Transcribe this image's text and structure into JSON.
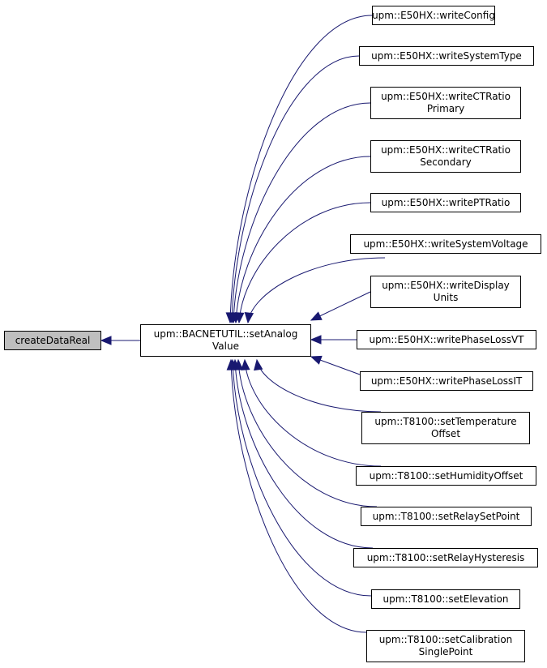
{
  "colors": {
    "edge": "#191970",
    "node_border": "#000000",
    "current_fill": "#bfbfbf"
  },
  "nodes": {
    "current": {
      "line1": "createDataReal"
    },
    "setAnalog": {
      "line1": "upm::BACNETUTIL::setAnalog",
      "line2": "Value"
    },
    "writeConfig": {
      "line1": "upm::E50HX::writeConfig"
    },
    "writeSystemType": {
      "line1": "upm::E50HX::writeSystemType"
    },
    "writeCTRatioPrimary": {
      "line1": "upm::E50HX::writeCTRatio",
      "line2": "Primary"
    },
    "writeCTRatioSecondary": {
      "line1": "upm::E50HX::writeCTRatio",
      "line2": "Secondary"
    },
    "writePTRatio": {
      "line1": "upm::E50HX::writePTRatio"
    },
    "writeSystemVoltage": {
      "line1": "upm::E50HX::writeSystemVoltage"
    },
    "writeDisplayUnits": {
      "line1": "upm::E50HX::writeDisplay",
      "line2": "Units"
    },
    "writePhaseLossVT": {
      "line1": "upm::E50HX::writePhaseLossVT"
    },
    "writePhaseLossIT": {
      "line1": "upm::E50HX::writePhaseLossIT"
    },
    "setTemperatureOffset": {
      "line1": "upm::T8100::setTemperature",
      "line2": "Offset"
    },
    "setHumidityOffset": {
      "line1": "upm::T8100::setHumidityOffset"
    },
    "setRelaySetPoint": {
      "line1": "upm::T8100::setRelaySetPoint"
    },
    "setRelayHysteresis": {
      "line1": "upm::T8100::setRelayHysteresis"
    },
    "setElevation": {
      "line1": "upm::T8100::setElevation"
    },
    "setCalibrationSinglePoint": {
      "line1": "upm::T8100::setCalibration",
      "line2": "SinglePoint"
    }
  }
}
